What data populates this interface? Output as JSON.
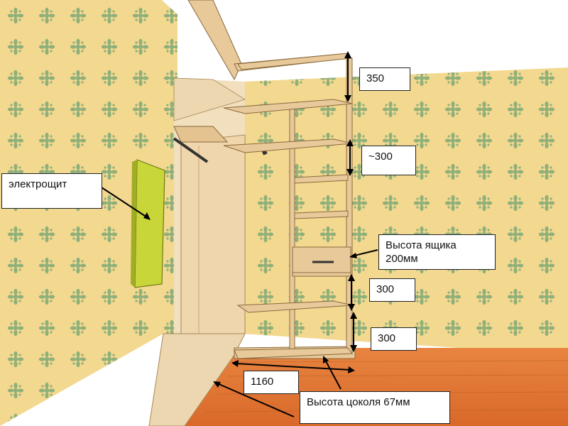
{
  "labels": {
    "panel": "электрощит",
    "top_shelf": "350",
    "upper_shelf": "~300",
    "drawer": "Высота ящика 200мм",
    "lower_shelf": "300",
    "bottom_shelf": "300",
    "width": "1160",
    "plinth": "Высота цоколя 67мм"
  },
  "colors": {
    "wallpaper": "#f3d88f",
    "pattern": "#8fb07a",
    "wood": "#e8c99a",
    "wood_edge": "#8a6a3e",
    "floor": "#e0742e",
    "panel": "#c8d63a"
  }
}
